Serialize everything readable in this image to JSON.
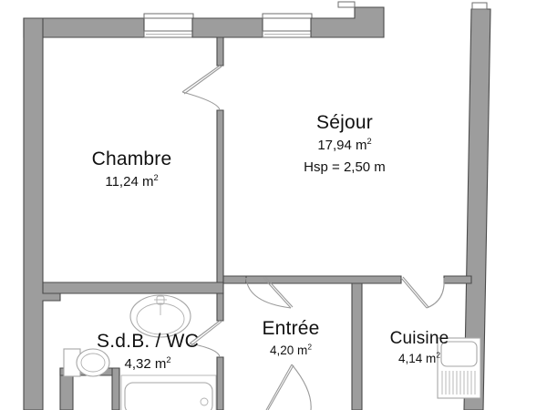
{
  "plan": {
    "type": "apartment-floor-plan",
    "wall_fill": "#9d9d9d",
    "wall_stroke": "#4a4a4a",
    "fixture_stroke": "#9a9a9a",
    "door_stroke": "#8c8c8c",
    "background": "#ffffff",
    "area_unit": "m²"
  },
  "rooms": [
    {
      "id": "chambre",
      "name": "Chambre",
      "area": "11,24 m",
      "area_unit": "2",
      "hsp": ""
    },
    {
      "id": "sejour",
      "name": "Séjour",
      "area": "17,94 m",
      "area_unit": "2",
      "hsp": "Hsp = 2,50 m"
    },
    {
      "id": "sdb-wc",
      "name": "S.d.B. / WC",
      "area": "4,32 m",
      "area_unit": "2",
      "hsp": ""
    },
    {
      "id": "entree",
      "name": "Entrée",
      "area": "4,20 m",
      "area_unit": "2",
      "hsp": ""
    },
    {
      "id": "cuisine",
      "name": "Cuisine",
      "area": "4,14 m",
      "area_unit": "2",
      "hsp": ""
    }
  ],
  "fixtures": [
    {
      "id": "sink-basin",
      "room": "sdb-wc",
      "label": "washbasin"
    },
    {
      "id": "toilet",
      "room": "sdb-wc",
      "label": "wc"
    },
    {
      "id": "bathtub",
      "room": "sdb-wc",
      "label": "bathtub"
    },
    {
      "id": "kitchen-sink",
      "room": "cuisine",
      "label": "kitchen-sink"
    }
  ],
  "openings": [
    {
      "id": "window-north-left",
      "type": "window"
    },
    {
      "id": "window-north-right",
      "type": "window"
    },
    {
      "id": "door-chambre",
      "type": "door-swing"
    },
    {
      "id": "door-sdb",
      "type": "door-swing"
    },
    {
      "id": "door-entree-sejour",
      "type": "door-swing"
    },
    {
      "id": "door-cuisine",
      "type": "door-swing"
    },
    {
      "id": "door-entree-south",
      "type": "door-swing"
    }
  ]
}
